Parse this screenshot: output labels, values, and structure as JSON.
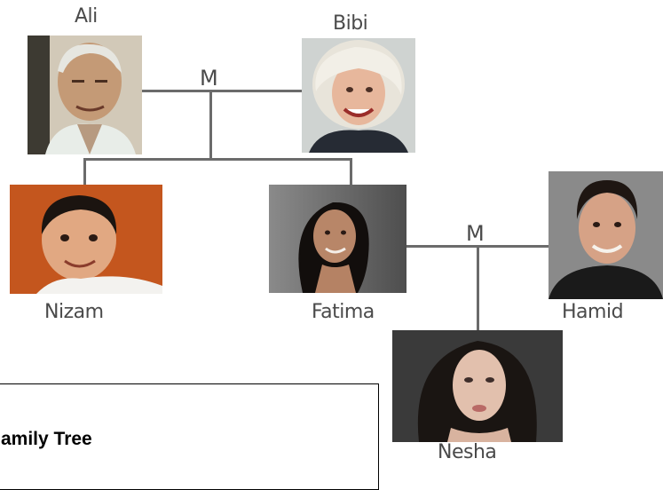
{
  "people": {
    "ali": {
      "name": "Ali"
    },
    "bibi": {
      "name": "Bibi"
    },
    "nizam": {
      "name": "Nizam"
    },
    "fatima": {
      "name": "Fatima"
    },
    "hamid": {
      "name": "Hamid"
    },
    "nesha": {
      "name": "Nesha"
    }
  },
  "marriage_marker": "M",
  "caption": "amily Tree",
  "colors": {
    "line": "#6b6b6b",
    "label": "#4a4a4a",
    "nizam_bg": "#c4561e",
    "fatima_bg": "#6f6f6f",
    "hamid_bg": "#8a8a8a",
    "nesha_bg": "#3a3a3a"
  }
}
